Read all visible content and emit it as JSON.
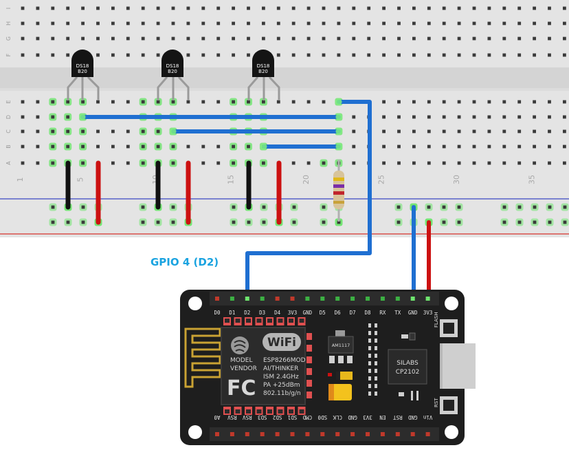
{
  "breadboard": {
    "row_letters_top": [
      "I",
      "H",
      "G",
      "F"
    ],
    "row_letters_bottom": [
      "E",
      "D",
      "C",
      "B",
      "A"
    ],
    "column_numbers": [
      "1",
      "5",
      "10",
      "15",
      "20",
      "25",
      "30",
      "35"
    ]
  },
  "sensors": [
    {
      "label_line1": "DS18",
      "label_line2": "B20"
    },
    {
      "label_line1": "DS18",
      "label_line2": "B20"
    },
    {
      "label_line1": "DS18",
      "label_line2": "B20"
    }
  ],
  "gpio_label": "GPIO 4 (D2)",
  "colors": {
    "data_wire": "#1f6fd1",
    "power_wire": "#cc1111",
    "ground_wire": "#111111",
    "gpio_label": "#1aa3e0",
    "board": "#1e1e1e"
  },
  "board": {
    "top_pins": [
      "D0",
      "D1",
      "D2",
      "D3",
      "D4",
      "3V3",
      "GND",
      "D5",
      "D6",
      "D7",
      "D8",
      "RX",
      "TX",
      "GND",
      "3V3"
    ],
    "bottom_pins": [
      "A0",
      "RSV",
      "RSV",
      "SD3",
      "SD2",
      "SD1",
      "CMD",
      "SD0",
      "CLK",
      "GND",
      "3V3",
      "EN",
      "RST",
      "GND",
      "Vin"
    ],
    "wifi_logo": "WiFi",
    "module_text": [
      "ESP8266MOD",
      "AI/THINKER",
      "ISM 2.4GHz",
      "PA +25dBm",
      "802.11b/g/n"
    ],
    "model_label": "MODEL",
    "vendor_label": "VENDOR",
    "fc_logo": "FC",
    "regulator": "AM1117",
    "usb_chip_line1": "SILABS",
    "usb_chip_line2": "CP2102",
    "flash_label": "FLASH",
    "rst_label": "RST"
  }
}
